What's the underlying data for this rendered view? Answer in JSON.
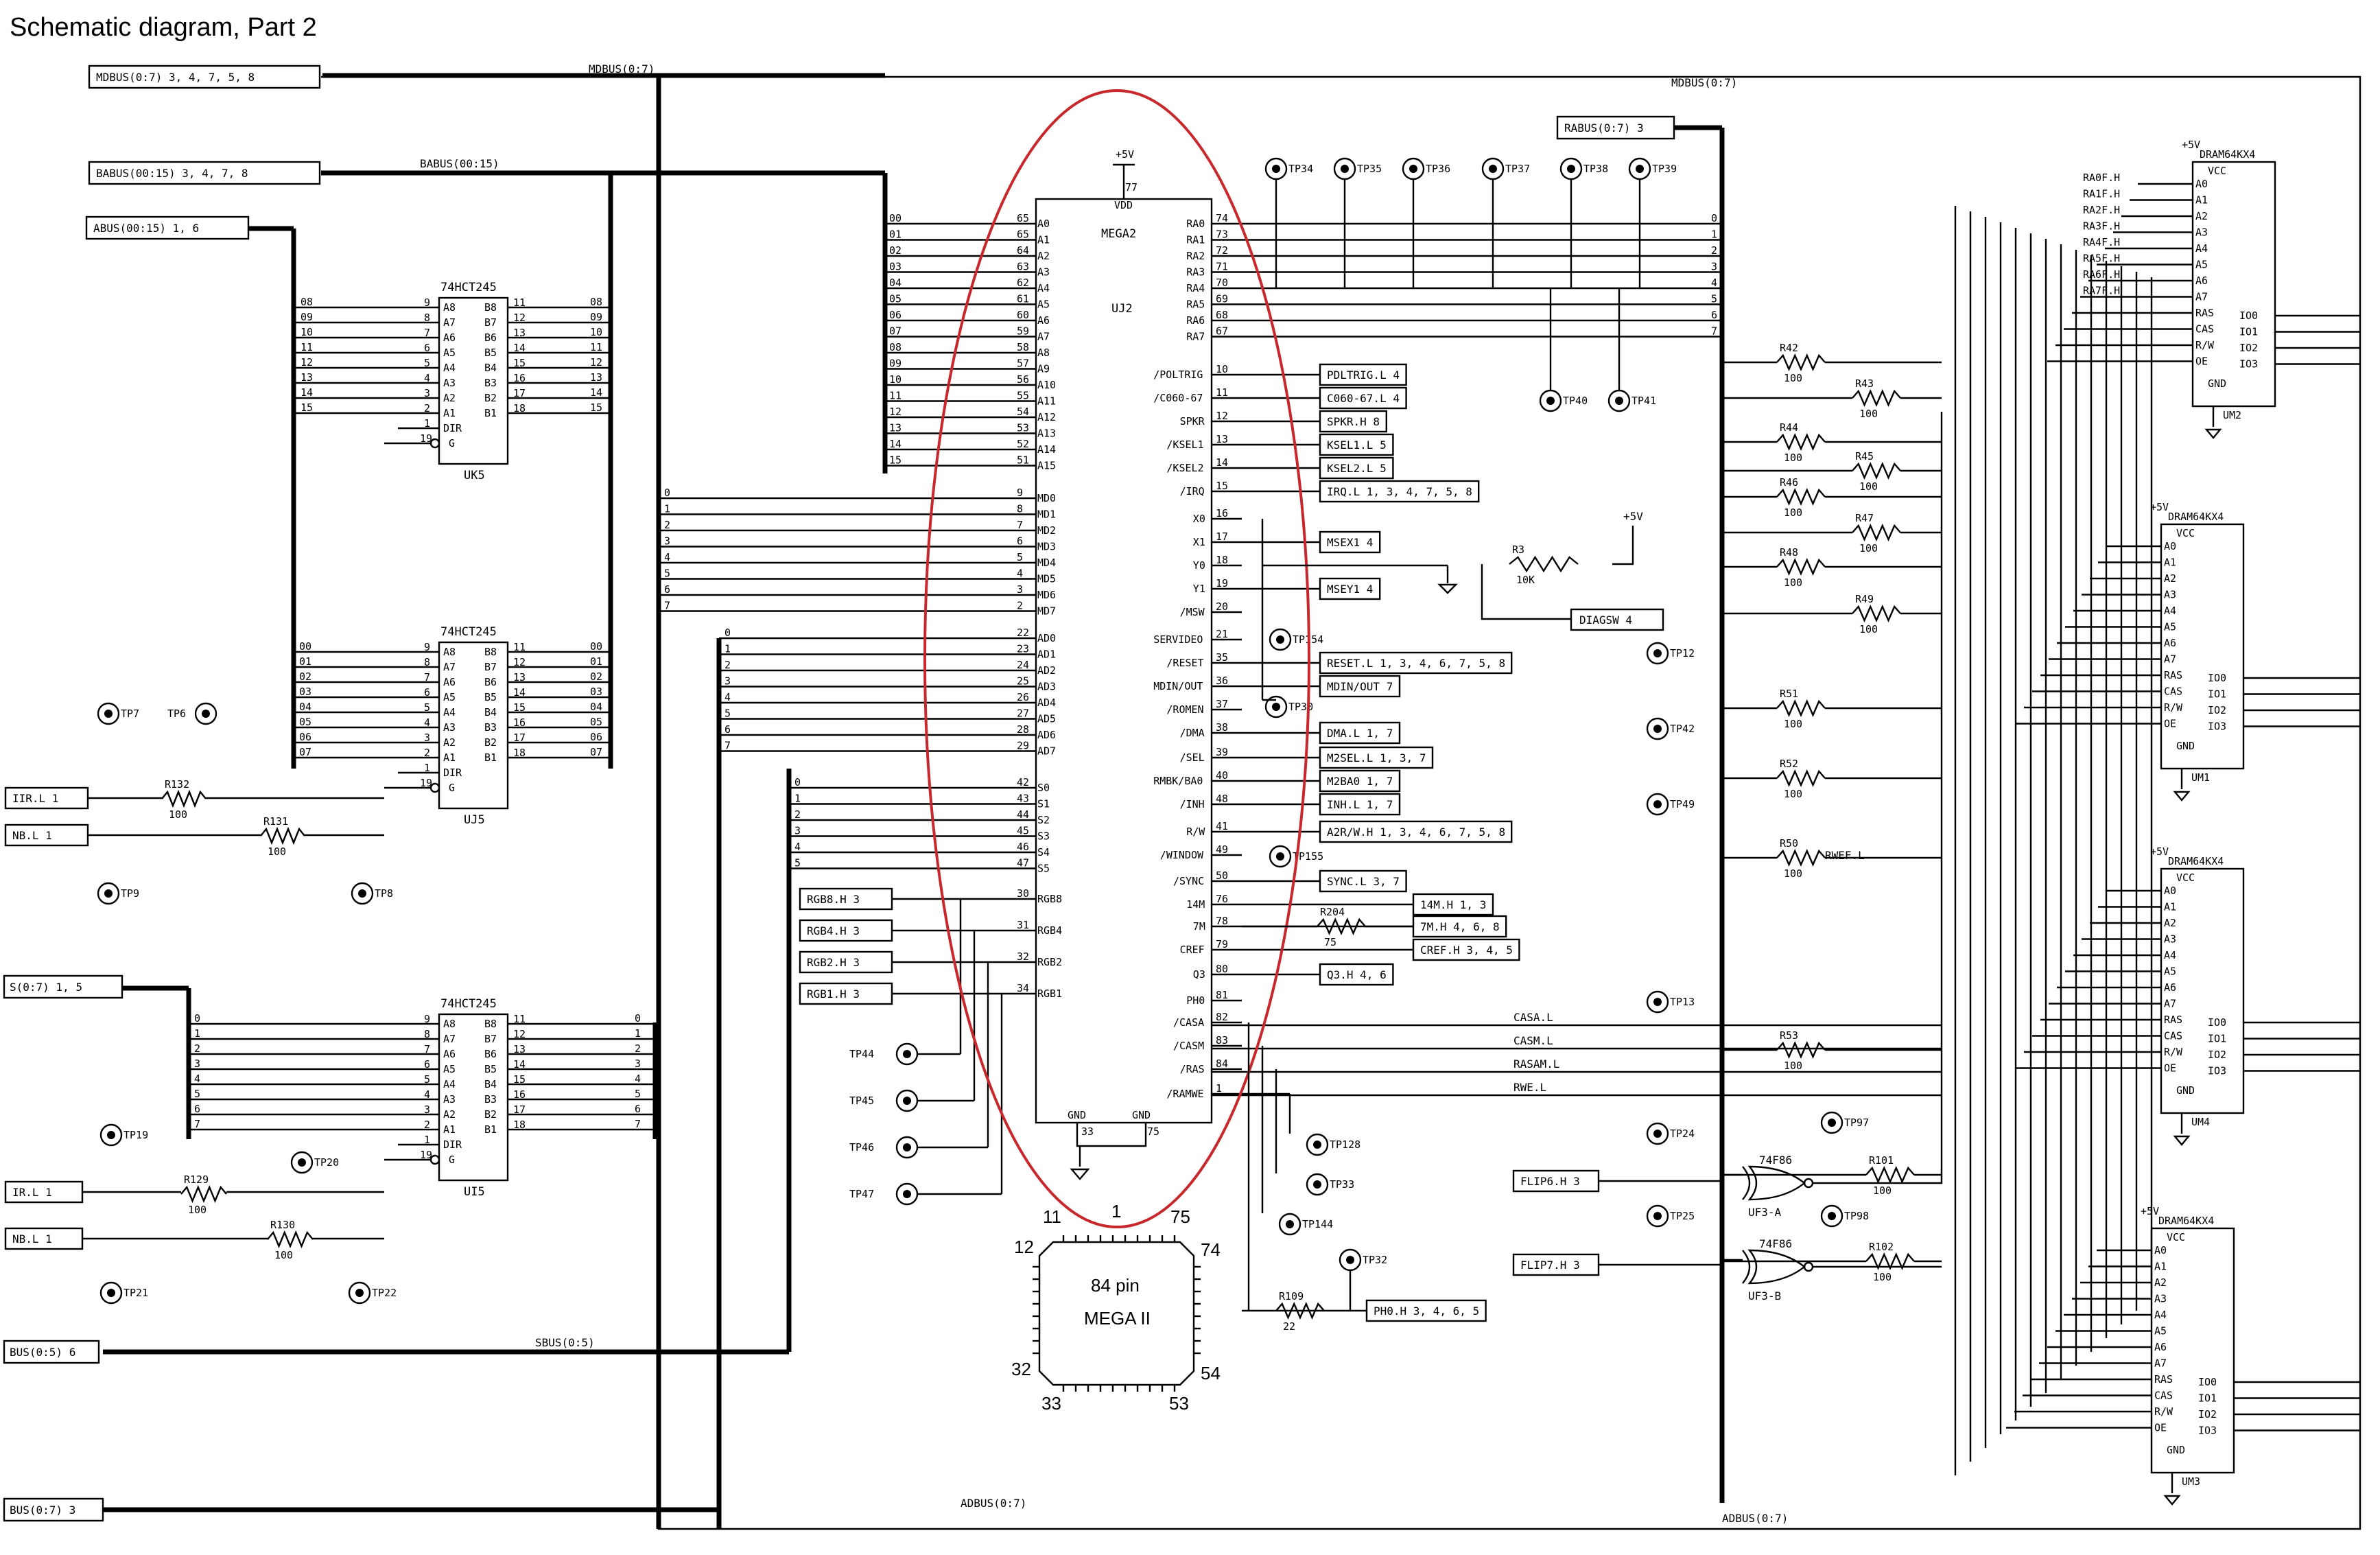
{
  "title": "Schematic diagram, Part 2",
  "bus_ports": {
    "mdbus": "MDBUS(0:7) 3, 4, 7, 5, 8",
    "babus": "BABUS(00:15) 3, 4, 7, 8",
    "abus": "ABUS(00:15) 1, 6",
    "s": "S(0:7) 1, 5",
    "bus05": "BUS(0:5) 6",
    "bus07": "BUS(0:7) 3",
    "rabus": "RABUS(0:7) 3"
  },
  "bus_labels": {
    "mdbus_top": "MDBUS(0:7)",
    "mdbus_right": "MDBUS(0:7)",
    "babus_top": "BABUS(00:15)",
    "sbus": "SBUS(0:5)",
    "adbus_bottom": "ADBUS(0:7)",
    "adbus_right": "ADBUS(0:7)"
  },
  "buffers": [
    {
      "type": "74HCT245",
      "ref": "UK5"
    },
    {
      "type": "74HCT245",
      "ref": "UJ5"
    },
    {
      "type": "74HCT245",
      "ref": "UI5"
    }
  ],
  "buffer_pins": {
    "a_pins": [
      "A8",
      "A7",
      "A6",
      "A5",
      "A4",
      "A3",
      "A2",
      "A1"
    ],
    "b_pins": [
      "B8",
      "B7",
      "B6",
      "B5",
      "B4",
      "B3",
      "B2",
      "B1"
    ],
    "a_nums": [
      "9",
      "8",
      "7",
      "6",
      "5",
      "4",
      "3",
      "2"
    ],
    "b_nums": [
      "11",
      "12",
      "13",
      "14",
      "15",
      "16",
      "17",
      "18"
    ],
    "dir": "DIR",
    "g": "G",
    "dir_num": "1",
    "g_num": "19"
  },
  "bufnets": {
    "uk5": [
      "08",
      "09",
      "10",
      "11",
      "12",
      "13",
      "14",
      "15"
    ],
    "uj5": [
      "00",
      "01",
      "02",
      "03",
      "04",
      "05",
      "06",
      "07"
    ],
    "ui5": [
      "0",
      "1",
      "2",
      "3",
      "4",
      "5",
      "6",
      "7"
    ]
  },
  "mega": {
    "name": "MEGA2",
    "ref": "UJ2",
    "vdd": "VDD",
    "vcc": "+5V",
    "vdd_pin": "77",
    "gnd": "GND",
    "gnd_pins": [
      "33",
      "75"
    ],
    "left_pins": [
      [
        "A0",
        "65"
      ],
      [
        "A1",
        "65"
      ],
      [
        "A2",
        "64"
      ],
      [
        "A3",
        "63"
      ],
      [
        "A4",
        "62"
      ],
      [
        "A5",
        "61"
      ],
      [
        "A6",
        "60"
      ],
      [
        "A7",
        "59"
      ],
      [
        "A8",
        "58"
      ],
      [
        "A9",
        "57"
      ],
      [
        "A10",
        "56"
      ],
      [
        "A11",
        "55"
      ],
      [
        "A12",
        "54"
      ],
      [
        "A13",
        "53"
      ],
      [
        "A14",
        "52"
      ],
      [
        "A15",
        "51"
      ],
      [
        "MD0",
        "9"
      ],
      [
        "MD1",
        "8"
      ],
      [
        "MD2",
        "7"
      ],
      [
        "MD3",
        "6"
      ],
      [
        "MD4",
        "5"
      ],
      [
        "MD5",
        "4"
      ],
      [
        "MD6",
        "3"
      ],
      [
        "MD7",
        "2"
      ],
      [
        "AD0",
        "22"
      ],
      [
        "AD1",
        "23"
      ],
      [
        "AD2",
        "24"
      ],
      [
        "AD3",
        "25"
      ],
      [
        "AD4",
        "26"
      ],
      [
        "AD5",
        "27"
      ],
      [
        "AD6",
        "28"
      ],
      [
        "AD7",
        "29"
      ],
      [
        "S0",
        "42"
      ],
      [
        "S1",
        "43"
      ],
      [
        "S2",
        "44"
      ],
      [
        "S3",
        "45"
      ],
      [
        "S4",
        "46"
      ],
      [
        "S5",
        "47"
      ],
      [
        "RGB8",
        "30"
      ],
      [
        "RGB4",
        "31"
      ],
      [
        "RGB2",
        "32"
      ],
      [
        "RGB1",
        "34"
      ]
    ],
    "right_pins": [
      [
        "RA0",
        "74"
      ],
      [
        "RA1",
        "73"
      ],
      [
        "RA2",
        "72"
      ],
      [
        "RA3",
        "71"
      ],
      [
        "RA4",
        "70"
      ],
      [
        "RA5",
        "69"
      ],
      [
        "RA6",
        "68"
      ],
      [
        "RA7",
        "67"
      ],
      [
        "/POLTRIG",
        "10"
      ],
      [
        "/C060-67",
        "11"
      ],
      [
        "SPKR",
        "12"
      ],
      [
        "/KSEL1",
        "13"
      ],
      [
        "/KSEL2",
        "14"
      ],
      [
        "/IRQ",
        "15"
      ],
      [
        "X0",
        "16"
      ],
      [
        "X1",
        "17"
      ],
      [
        "Y0",
        "18"
      ],
      [
        "Y1",
        "19"
      ],
      [
        "/MSW",
        "20"
      ],
      [
        "SERVIDEO",
        "21"
      ],
      [
        "/RESET",
        "35"
      ],
      [
        "MDIN/OUT",
        "36"
      ],
      [
        "/ROMEN",
        "37"
      ],
      [
        "/DMA",
        "38"
      ],
      [
        "/SEL",
        "39"
      ],
      [
        "RMBK/BA0",
        "40"
      ],
      [
        "/INH",
        "48"
      ],
      [
        "R/W",
        "41"
      ],
      [
        "/WINDOW",
        "49"
      ],
      [
        "/SYNC",
        "50"
      ],
      [
        "14M",
        "76"
      ],
      [
        "7M",
        "78"
      ],
      [
        "CREF",
        "79"
      ],
      [
        "Q3",
        "80"
      ],
      [
        "PH0",
        "81"
      ],
      [
        "/CASA",
        "82"
      ],
      [
        "/CASM",
        "83"
      ],
      [
        "/RAS",
        "84"
      ],
      [
        "/RAMWE",
        "1"
      ]
    ]
  },
  "signals": [
    "PDLTRIG.L 4",
    "C060-67.L 4",
    "SPKR.H 8",
    "KSEL1.L 5",
    "KSEL2.L 5",
    "IRQ.L 1, 3, 4, 7, 5, 8",
    "MSEX1 4",
    "MSEY1 4",
    "DIAGSW 4",
    "RESET.L 1, 3, 4, 6, 7, 5, 8",
    "MDIN/OUT 7",
    "DMA.L 1, 7",
    "M2SEL.L 1, 3, 7",
    "M2BA0 1, 7",
    "INH.L 1, 7",
    "A2R/W.H 1, 3, 4, 6, 7, 5, 8",
    "SYNC.L 3, 7",
    "14M.H 1, 3",
    "7M.H 4, 6, 8",
    "CREF.H 3, 4, 5",
    "Q3.H 4, 6",
    "PH0.H 3, 4, 6, 5"
  ],
  "rgb_inputs": [
    "RGB8.H 3",
    "RGB4.H 3",
    "RGB2.H 3",
    "RGB1.H 3"
  ],
  "left_inputs": [
    "IIR.L 1",
    "NB.L 1",
    "IR.L 1",
    "NB.L 1"
  ],
  "flip_inputs": [
    "FLIP6.H 3",
    "FLIP7.H 3"
  ],
  "testpoints": {
    "top": [
      "TP34",
      "TP35",
      "TP36",
      "TP37",
      "TP38",
      "TP39"
    ],
    "mid": [
      "TP40",
      "TP41"
    ],
    "tp154": "TP154",
    "tp155": "TP155",
    "tp30": "TP30",
    "tp12": "TP12",
    "tp42": "TP42",
    "tp49": "TP49",
    "tp13": "TP13",
    "tp24": "TP24",
    "tp25": "TP25",
    "tp97": "TP97",
    "tp98": "TP98",
    "tp128": "TP128",
    "tp33": "TP33",
    "tp144": "TP144",
    "tp32": "TP32",
    "rgb_tps": [
      "TP44",
      "TP45",
      "TP46",
      "TP47"
    ],
    "tp7": "TP7",
    "tp6": "TP6",
    "tp9": "TP9",
    "tp8": "TP8",
    "tp19": "TP19",
    "tp20": "TP20",
    "tp21": "TP21",
    "tp22": "TP22"
  },
  "resistors": {
    "r132": [
      "R132",
      "100"
    ],
    "r131": [
      "R131",
      "100"
    ],
    "r129": [
      "R129",
      "100"
    ],
    "r130": [
      "R130",
      "100"
    ],
    "r3": [
      "R3",
      "10K"
    ],
    "r204": [
      "R204",
      "75"
    ],
    "r109": [
      "R109",
      "22"
    ],
    "r42": [
      "R42",
      "100"
    ],
    "r43": [
      "R43",
      "100"
    ],
    "r44": [
      "R44",
      "100"
    ],
    "r45": [
      "R45",
      "100"
    ],
    "r46": [
      "R46",
      "100"
    ],
    "r47": [
      "R47",
      "100"
    ],
    "r48": [
      "R48",
      "100"
    ],
    "r49": [
      "R49",
      "100"
    ],
    "r51": [
      "R51",
      "100"
    ],
    "r52": [
      "R52",
      "100"
    ],
    "r50": [
      "R50",
      "100"
    ],
    "r53": [
      "R53",
      "100"
    ],
    "r101": [
      "R101",
      "100"
    ],
    "r102": [
      "R102",
      "100"
    ]
  },
  "nets": {
    "rwef": "RWEF.L",
    "casa": "CASA.L",
    "casm": "CASM.L",
    "rasam": "RASAM.L",
    "rwe": "RWE.L",
    "uf3a": "UF3-A",
    "uf3b": "UF3-B",
    "g74f86": "74F86",
    "plus5v": "+5V"
  },
  "dram": {
    "type": "DRAM64KX4",
    "refs": [
      "UM2",
      "UM1",
      "UM4",
      "UM3"
    ],
    "vcc": "VCC",
    "gnd": "GND",
    "pins": [
      "A0",
      "A1",
      "A2",
      "A3",
      "A4",
      "A5",
      "A6",
      "A7",
      "RAS",
      "CAS",
      "R/W",
      "OE"
    ],
    "io": [
      "IO0",
      "IO1",
      "IO2",
      "IO3"
    ],
    "ra_labels": [
      "RA0F.H",
      "RA1F.H",
      "RA2F.H",
      "RA3F.H",
      "RA4F.H",
      "RA5F.H",
      "RA6F.H",
      "RA7F.H"
    ]
  },
  "package": {
    "label1": "84 pin",
    "label2": "MEGA II",
    "corner_numbers": [
      "11",
      "1",
      "75",
      "12",
      "74",
      "32",
      "54",
      "33",
      "53"
    ]
  },
  "colors": {
    "annotation_ellipse": "#c8282c"
  }
}
